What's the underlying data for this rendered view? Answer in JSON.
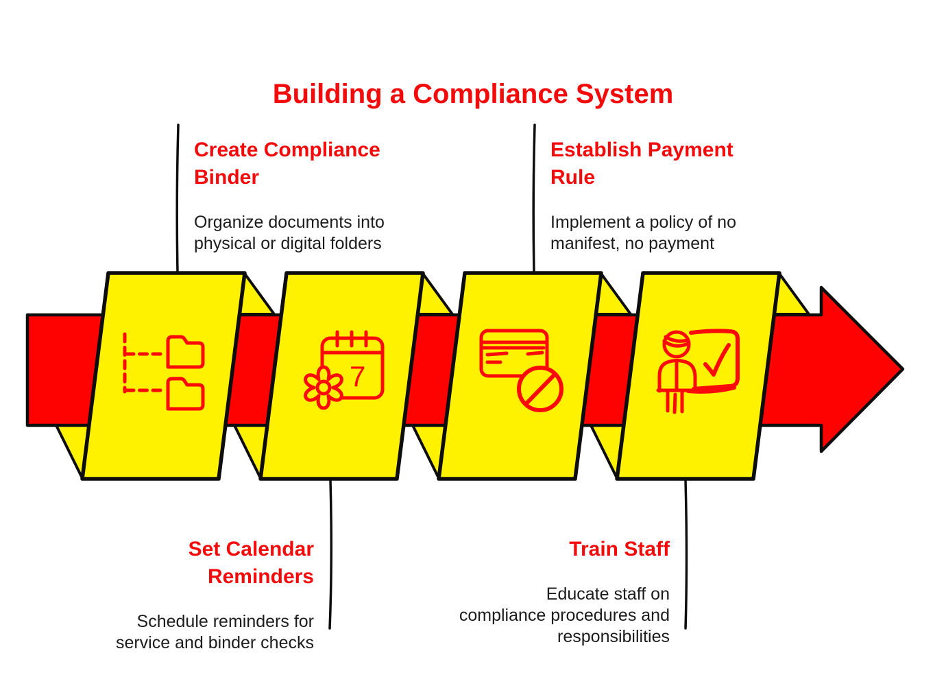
{
  "title": "Building a Compliance System",
  "colors": {
    "heading_red": "#f30b0b",
    "arrow_red": "#fe0101",
    "banner_yellow": "#fff200",
    "icon_red": "#fb0a0a",
    "text_black": "#1c1c1c",
    "outline_black": "#0d0d0d"
  },
  "arrow": {
    "direction": "left-to-right"
  },
  "steps": [
    {
      "heading": "Create Compliance\nBinder",
      "description": "Organize documents into\nphysical or digital folders",
      "label_position": "top",
      "icon": "folder-tree-icon"
    },
    {
      "heading": "Set Calendar\nReminders",
      "description": "Schedule reminders for\nservice and binder checks",
      "label_position": "bottom",
      "icon": "calendar-gear-icon",
      "calendar_day": "7"
    },
    {
      "heading": "Establish Payment\nRule",
      "description": "Implement a policy of no\nmanifest, no payment",
      "label_position": "top",
      "icon": "card-blocked-icon"
    },
    {
      "heading": "Train Staff",
      "description": "Educate staff on\ncompliance procedures and\nresponsibilities",
      "label_position": "bottom",
      "icon": "presenter-checklist-icon"
    }
  ]
}
